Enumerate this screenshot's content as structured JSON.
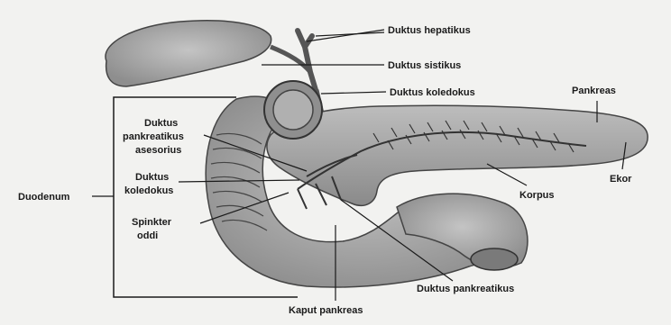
{
  "labels": {
    "duktus_hepatikus": "Duktus hepatikus",
    "duktus_sistikus": "Duktus sistikus",
    "duktus_koledokus_top": "Duktus koledokus",
    "pankreas": "Pankreas",
    "duktus_pankreatikus_asesorius_1": "Duktus",
    "duktus_pankreatikus_asesorius_2": "pankreatikus",
    "duktus_pankreatikus_asesorius_3": "asesorius",
    "duktus_koledokus_left_1": "Duktus",
    "duktus_koledokus_left_2": "koledokus",
    "duodenum": "Duodenum",
    "spinkter_oddi_1": "Spinkter",
    "spinkter_oddi_2": "oddi",
    "ekor": "Ekor",
    "korpus": "Korpus",
    "duktus_pankreatikus": "Duktus pankreatikus",
    "kaput_pankreas": "Kaput pankreas"
  },
  "colors": {
    "background": "#f2f2f0",
    "organ_fill": "#a9a9a9",
    "organ_dark": "#5a5a5a",
    "line": "#1a1a1a"
  }
}
